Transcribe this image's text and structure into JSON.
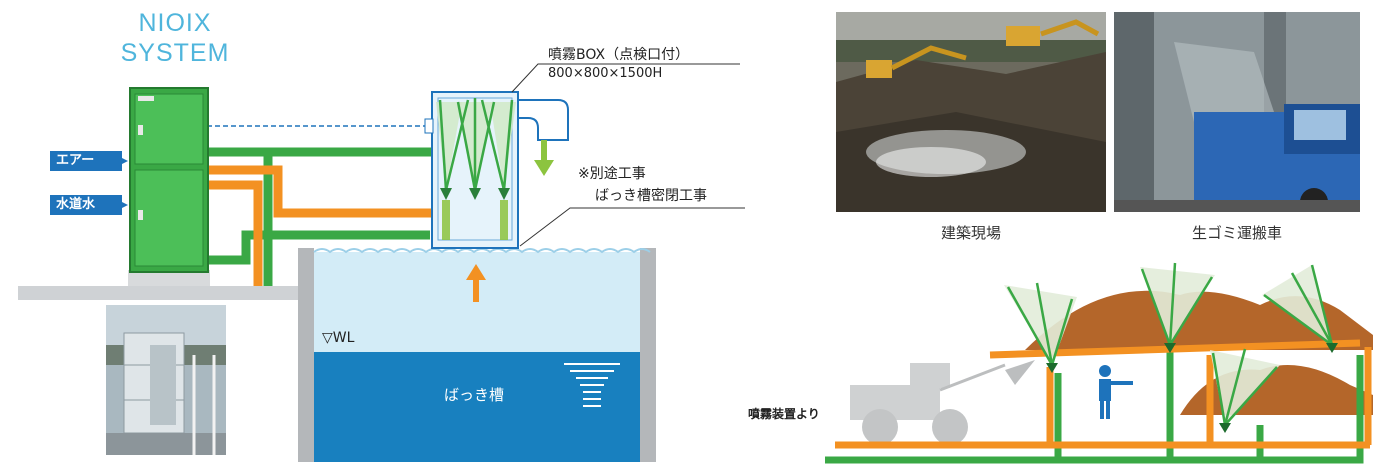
{
  "brand": {
    "line1": "NIOIX",
    "line2": "SYSTEM"
  },
  "labels": {
    "air": "エアー",
    "tap_water": "水道水",
    "box_title": "噴霧BOX（点検口付）",
    "box_size": "800×800×1500H",
    "note_line1": "※別途工事",
    "note_line2": "ばっき槽密閉工事",
    "water_level": "▽WL",
    "tank_name": "ばっき槽",
    "from_sprayer": "噴霧装置より"
  },
  "photos": [
    {
      "caption": "建築現場",
      "icon": "construction-site-photo"
    },
    {
      "caption": "生ゴミ運搬車",
      "icon": "garbage-truck-photo"
    }
  ],
  "colors": {
    "green_pipe": "#3aa845",
    "orange_pipe": "#f39122",
    "tag_blue": "#1e73bb",
    "water_dark": "#1880bf",
    "water_light": "#d3ecf7",
    "mist_arrow": "#8cc43f"
  }
}
